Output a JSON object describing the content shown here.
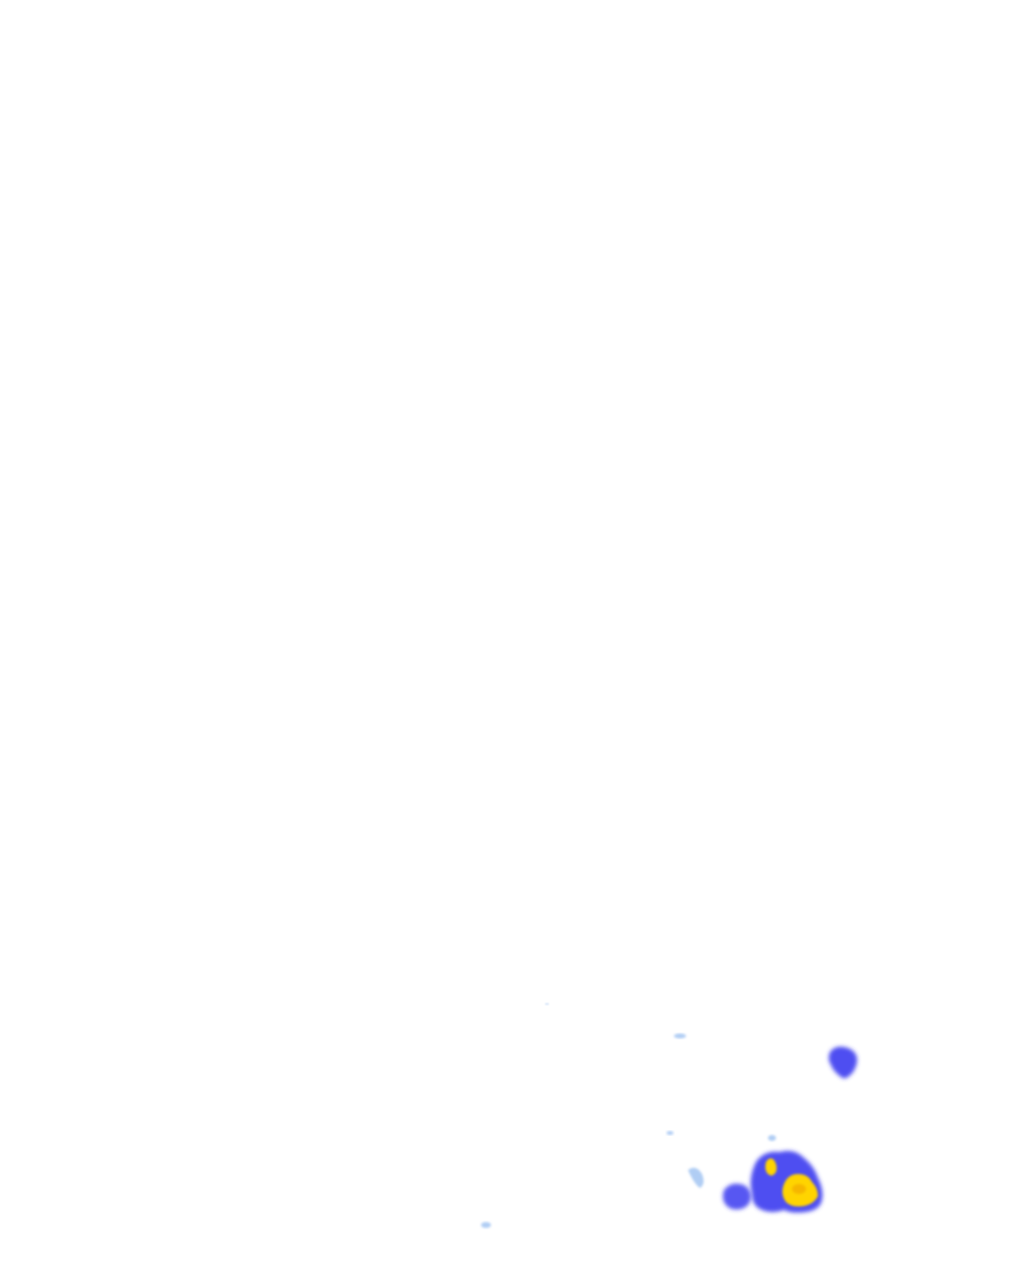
{
  "map": {
    "background_color": "#ffffff",
    "layer": "precipitation-intensity",
    "palette": {
      "trace": "#8fb8f0",
      "light": "#5a8ff0",
      "moderate": "#3a3af0",
      "heavy": "#ffd400",
      "heavy_core": "#f5b400"
    },
    "cells": [
      {
        "name": "cell-north-east",
        "intensity": "moderate"
      },
      {
        "name": "cell-main-cluster",
        "intensity": "heavy"
      },
      {
        "name": "cell-west-blob",
        "intensity": "moderate"
      },
      {
        "name": "cell-small-trace-1",
        "intensity": "trace"
      },
      {
        "name": "cell-small-trace-2",
        "intensity": "trace"
      },
      {
        "name": "cell-small-trace-3",
        "intensity": "trace"
      },
      {
        "name": "cell-small-trace-4",
        "intensity": "trace"
      },
      {
        "name": "cell-small-trace-5",
        "intensity": "trace"
      }
    ]
  }
}
